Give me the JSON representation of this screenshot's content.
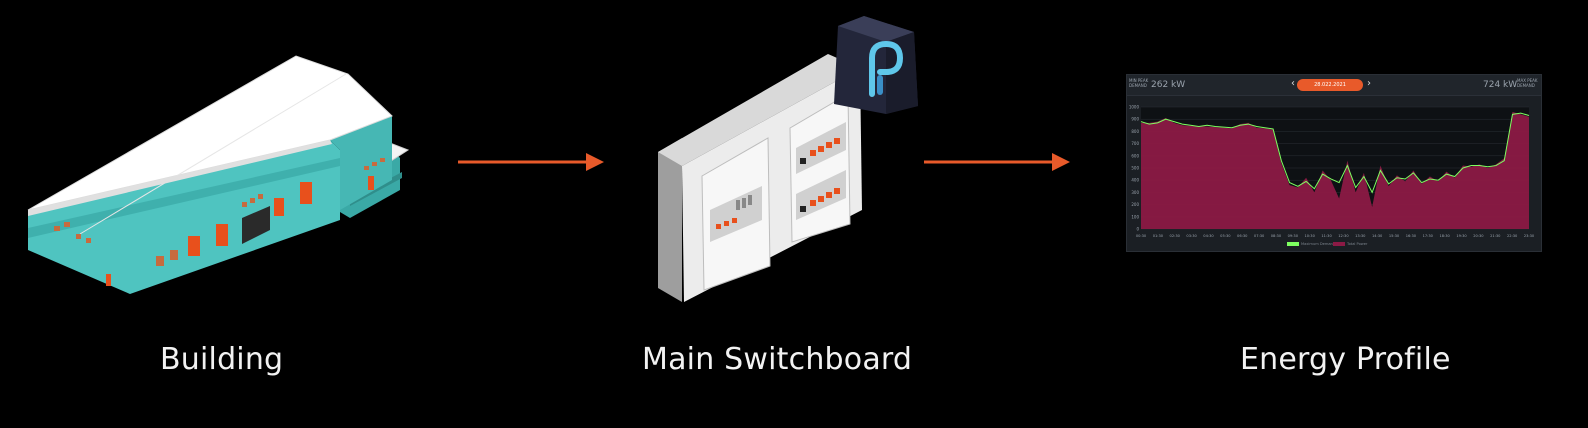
{
  "captions": {
    "building": "Building",
    "switchboard": "Main Switchboard",
    "energy": "Energy Profile"
  },
  "colors": {
    "background": "#000000",
    "arrow": "#e85a2a",
    "wall": "#4fc4c0",
    "roof": "#ffffff",
    "door": "#e8501c",
    "fill": "#8c1a45",
    "line": "#7dff60",
    "badge": "#e85a2a"
  },
  "logo": {
    "name": "p-logo-icon"
  },
  "dashboard": {
    "left_label": "MIN PEAK DEMAND",
    "left_value": "262 kW",
    "right_label": "MAX PEAK DEMAND",
    "right_value": "724 kW",
    "date": "28.022.2021",
    "prev_icon": "chevron-left-icon",
    "next_icon": "chevron-right-icon"
  },
  "chart_data": {
    "type": "area",
    "title": "",
    "xlabel": "",
    "ylabel": "",
    "ylim": [
      0,
      1000
    ],
    "yticks": [
      0,
      100,
      200,
      300,
      400,
      500,
      600,
      700,
      800,
      900,
      1000
    ],
    "xticks": [
      "00:30",
      "01:30",
      "02:30",
      "03:30",
      "04:30",
      "05:30",
      "06:30",
      "07:30",
      "08:30",
      "09:30",
      "10:30",
      "11:30",
      "12:30",
      "13:30",
      "14:30",
      "15:30",
      "16:30",
      "17:30",
      "18:30",
      "19:30",
      "20:30",
      "21:30",
      "22:30",
      "23:30"
    ],
    "x": [
      0,
      1,
      2,
      3,
      4,
      5,
      6,
      7,
      8,
      9,
      10,
      11,
      12,
      13,
      14,
      15,
      16,
      17,
      18,
      19,
      20,
      21,
      22,
      23,
      24,
      25,
      26,
      27,
      28,
      29,
      30,
      31,
      32,
      33,
      34,
      35,
      36,
      37,
      38,
      39,
      40,
      41,
      42,
      43,
      44,
      45,
      46,
      47
    ],
    "legend": [
      "Maximum Demand",
      "Total Power"
    ],
    "legend_position": "bottom-center",
    "series": [
      {
        "name": "Maximum Demand",
        "values": [
          880,
          860,
          870,
          900,
          880,
          860,
          850,
          840,
          850,
          840,
          835,
          830,
          850,
          860,
          840,
          830,
          820,
          560,
          380,
          350,
          390,
          330,
          450,
          410,
          380,
          520,
          340,
          430,
          300,
          480,
          370,
          420,
          410,
          460,
          380,
          410,
          400,
          450,
          430,
          500,
          520,
          520,
          510,
          520,
          560,
          940,
          950,
          930
        ]
      },
      {
        "name": "Total Power",
        "values": [
          870,
          870,
          880,
          910,
          870,
          850,
          845,
          845,
          840,
          835,
          830,
          825,
          860,
          870,
          830,
          825,
          815,
          540,
          360,
          340,
          420,
          300,
          480,
          400,
          250,
          560,
          300,
          460,
          180,
          520,
          350,
          440,
          390,
          480,
          370,
          430,
          390,
          470,
          420,
          520,
          510,
          530,
          500,
          530,
          580,
          960,
          940,
          920
        ]
      }
    ]
  }
}
